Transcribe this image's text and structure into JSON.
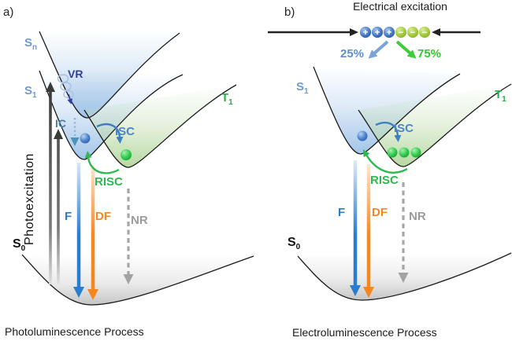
{
  "figure": {
    "type": "jablonski-potential-energy-diagram",
    "colors": {
      "singlet_label": "#6f9ad8",
      "triplet_label": "#22b14c",
      "vr": "#2f3f9f",
      "ic": "#4a7fa0",
      "isc": "#4a86c8",
      "risc": "#2eb84e",
      "fluorescence": "#2a7cd0",
      "delayed_fluorescence": "#f6871f",
      "nonradiative": "#9b9b9b",
      "blue_well_fill": "#a2c5e8",
      "green_well_fill": "#bfdcab",
      "ground_well_fill": "#c4c4c4",
      "hole_ball": "#3d6fc0",
      "electron_ball": "#9cc432"
    }
  },
  "panel_a": {
    "tag": "a)",
    "caption": "Photoluminescence Process",
    "states": {
      "sn": {
        "base": "S",
        "sub": "n"
      },
      "s1": {
        "base": "S",
        "sub": "1"
      },
      "s0": {
        "base": "S",
        "sub": "0"
      },
      "t1": {
        "base": "T",
        "sub": "1"
      }
    },
    "processes": {
      "photoexcitation": "Photoexcitation",
      "vr": "VR",
      "ic": "IC",
      "isc": "ISC",
      "risc": "RISC",
      "f": "F",
      "df": "DF",
      "nr": "NR"
    }
  },
  "panel_b": {
    "tag": "b)",
    "caption": "Electroluminescence Process",
    "excitation": {
      "title": "Electrical excitation",
      "hole_symbol": "+",
      "electron_symbol": "−",
      "singlet_fraction": "25%",
      "triplet_fraction": "75%"
    },
    "states": {
      "s1": {
        "base": "S",
        "sub": "1"
      },
      "s0": {
        "base": "S",
        "sub": "0"
      },
      "t1": {
        "base": "T",
        "sub": "1"
      }
    },
    "processes": {
      "isc": "ISC",
      "risc": "RISC",
      "f": "F",
      "df": "DF",
      "nr": "NR"
    }
  }
}
